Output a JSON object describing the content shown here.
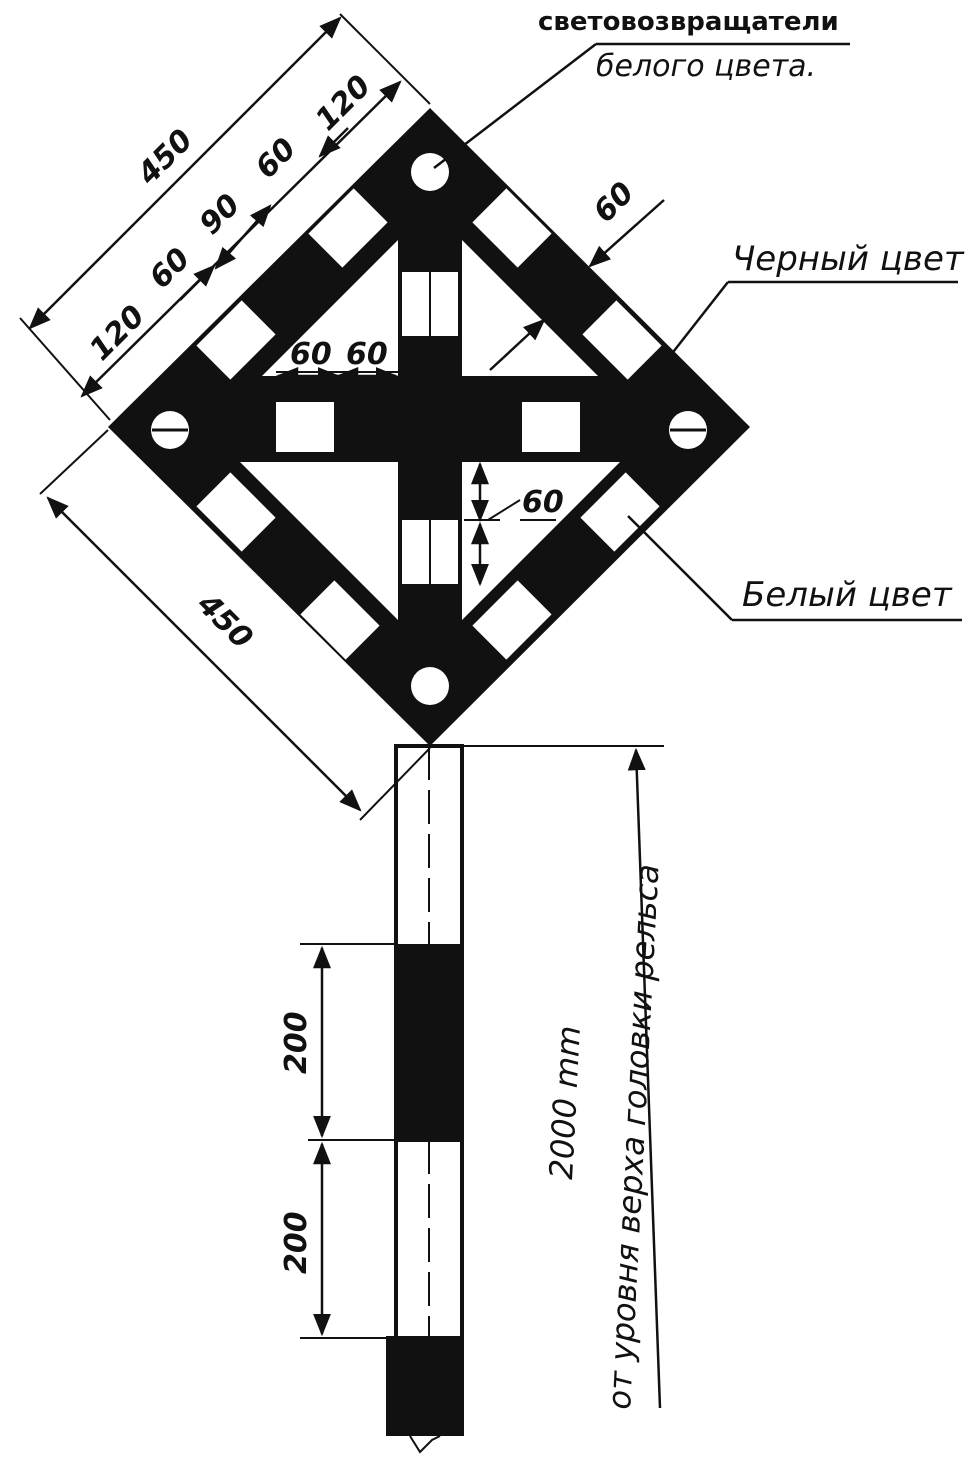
{
  "labels": {
    "reflector_line1": "световозвращатели",
    "reflector_line2": "белого цвета.",
    "black": "Черный цвет",
    "white": "Белый цвет",
    "height_line1": "2000 mm",
    "height_line2": "от уровня верха головки рельса"
  },
  "dimensions": {
    "diag_total_top": "450",
    "diag_total_bottom": "450",
    "seg_120_a": "120",
    "seg_60_a": "60",
    "seg_90": "90",
    "seg_60_b": "60",
    "seg_120_b": "120",
    "band_width": "60",
    "cross_60_left": "60",
    "cross_60_right": "60",
    "vertical_60": "60",
    "post_200_top": "200",
    "post_200_bottom": "200"
  },
  "colors": {
    "ink": "#111111",
    "paper": "#ffffff"
  }
}
